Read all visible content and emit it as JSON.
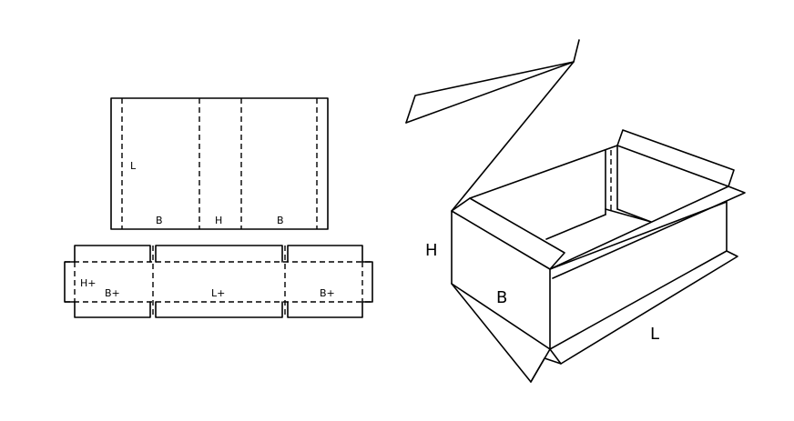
{
  "flat_lid_labels": {
    "length": "L",
    "width_left": "B",
    "height": "H",
    "width_right": "B"
  },
  "flat_base_labels": {
    "height_plus": "H+",
    "width_plus_left": "B+",
    "length_plus": "L+",
    "width_plus_right": "B+"
  },
  "box_labels": {
    "height": "H",
    "width": "B",
    "length": "L"
  },
  "colors": {
    "stroke": "#000000",
    "background": "#ffffff"
  }
}
